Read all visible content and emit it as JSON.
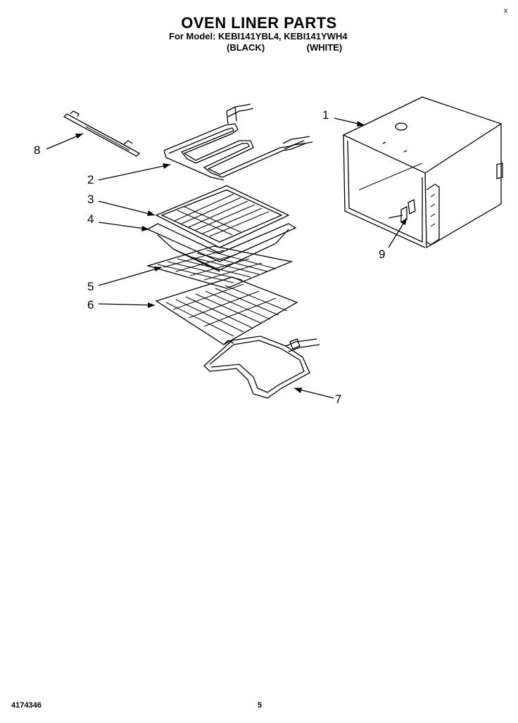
{
  "header": {
    "title": "OVEN LINER PARTS",
    "subtitle": "For Model: KEBI141YBL4, KEBI141YWH4",
    "variant_black": "(BLACK)",
    "variant_white": "(WHITE)",
    "corner_mark": "x"
  },
  "callouts": [
    "1",
    "2",
    "3",
    "4",
    "5",
    "6",
    "7",
    "8",
    "9"
  ],
  "footer": {
    "doc_number": "4174346",
    "page_number": "5"
  }
}
